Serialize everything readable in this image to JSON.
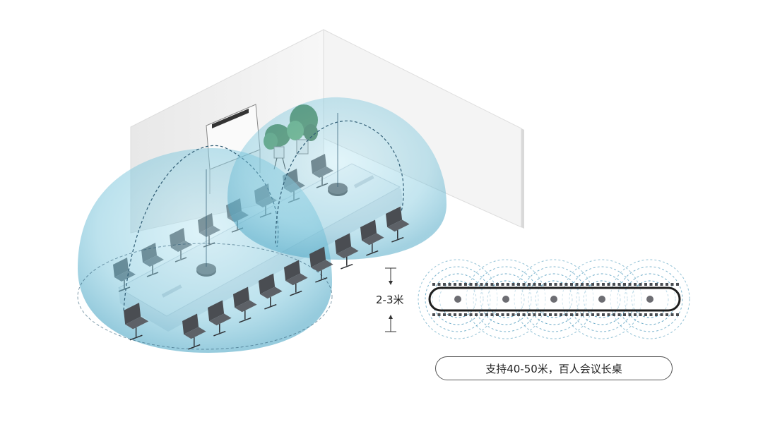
{
  "dimension": {
    "label": "2-3米"
  },
  "caption": {
    "text": "支持40-50米，百人会议长桌"
  },
  "colors": {
    "coverage_fill": "#7cc6dc",
    "coverage_dash": "#2f5c74",
    "table": "#eef2f5",
    "wall": "#f1f1f1",
    "chair": "#4a4d52",
    "speaker": "#5a5a5e",
    "plant": "#3f7a42"
  },
  "icons": {
    "speakerphone": "speakerphone-icon",
    "chair": "chair-icon",
    "plant": "plant-icon",
    "whiteboard": "whiteboard-icon"
  },
  "topview": {
    "mic_count": 5
  }
}
